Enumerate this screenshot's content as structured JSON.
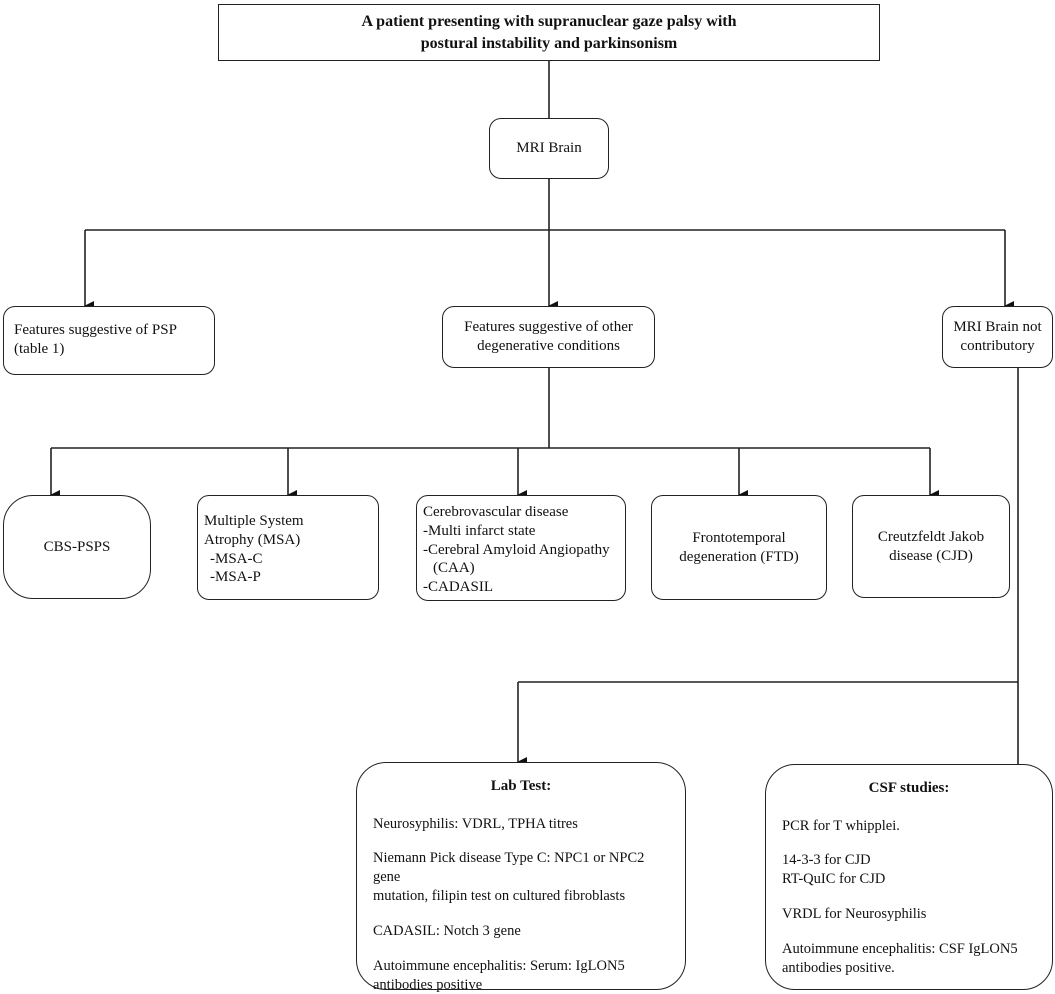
{
  "title": {
    "line1": "A patient presenting with supranuclear gaze palsy with",
    "line2": "postural instability and parkinsonism"
  },
  "mri": "MRI Brain",
  "level2": {
    "psp": {
      "line1": "Features suggestive of PSP",
      "line2": "(table 1)"
    },
    "other": {
      "line1": "Features suggestive of other",
      "line2": "degenerative conditions"
    },
    "not_contrib": {
      "line1": "MRI Brain not",
      "line2": "contributory"
    }
  },
  "level3": {
    "cbs": "CBS-PSPS",
    "msa": {
      "line1": "Multiple System",
      "line2": "Atrophy (MSA)",
      "item1": "-MSA-C",
      "item2": "-MSA-P"
    },
    "cvd": {
      "title": "Cerebrovascular disease",
      "item1": "-Multi infarct state",
      "item2": "-Cerebral Amyloid Angiopathy",
      "item2b": "(CAA)",
      "item3": "-CADASIL"
    },
    "ftd": {
      "line1": "Frontotemporal",
      "line2": "degeneration (FTD)"
    },
    "cjd": {
      "line1": "Creutzfeldt Jakob",
      "line2": "disease (CJD)"
    }
  },
  "lab": {
    "title": "Lab Test:",
    "item1": "Neurosyphilis: VDRL, TPHA titres",
    "item2a": "Niemann Pick disease Type C: NPC1 or NPC2 gene",
    "item2b": "mutation, filipin test on cultured fibroblasts",
    "item3": "CADASIL: Notch 3 gene",
    "item4a": "Autoimmune encephalitis: Serum: IgLON5",
    "item4b": "antibodies positive"
  },
  "csf": {
    "title": "CSF studies:",
    "item1": "PCR for T whipplei.",
    "item2a": "14-3-3 for CJD",
    "item2b": "RT-QuIC for CJD",
    "item3": "VRDL for Neurosyphilis",
    "item4a": "Autoimmune encephalitis: CSF IgLON5",
    "item4b": "antibodies positive."
  }
}
